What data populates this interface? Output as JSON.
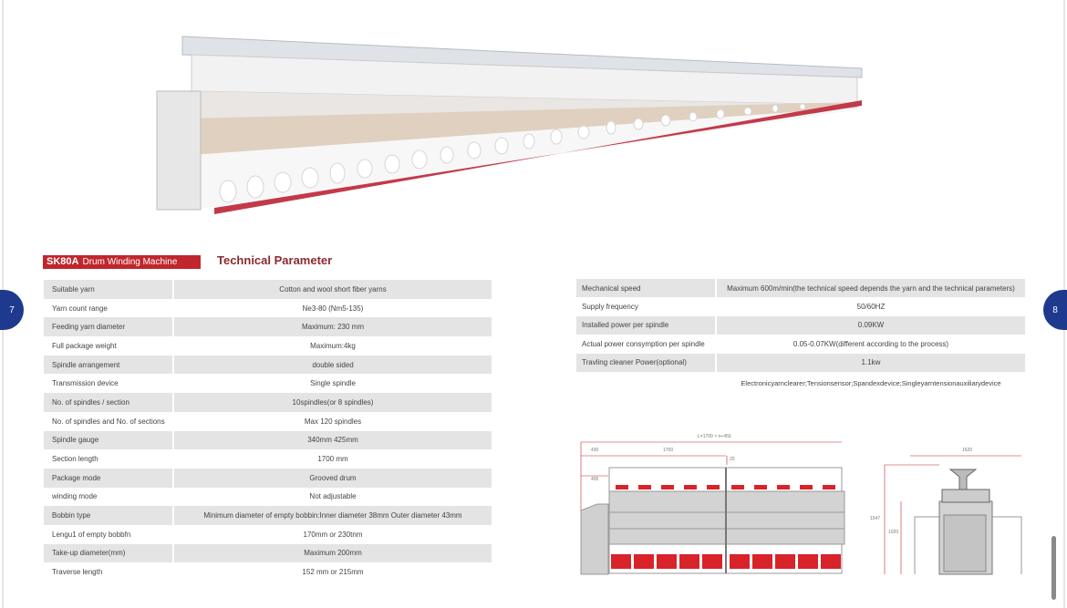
{
  "pages": {
    "left": "7",
    "right": "8"
  },
  "heading": {
    "model": "SK80A",
    "name": "Drum Winding Machine",
    "section": "Technical Parameter"
  },
  "left_table": [
    [
      "Suitable yarn",
      "Cotton and wool short fiber yarns"
    ],
    [
      "Yarn count range",
      "Ne3-80 (Nm5-135)"
    ],
    [
      "Feeding yarn diameter",
      "Maximum: 230 mm"
    ],
    [
      "Full package weight",
      "Maximum:4kg"
    ],
    [
      "Spindle arrangement",
      "double sided"
    ],
    [
      "Transmission device",
      "Single spindle"
    ],
    [
      "No. of spindles / section",
      "10spindles(or 8 spindles)"
    ],
    [
      "No. of spindles and No. of sections",
      "Max 120 spindles"
    ],
    [
      "Spindle gauge",
      "340mm 425mm"
    ],
    [
      "Section length",
      "1700 mm"
    ],
    [
      "Package mode",
      "Grooved drum"
    ],
    [
      "winding mode",
      "Not adjustable"
    ],
    [
      "Bobbin type",
      "Minimum diameter of empty bobbin:Inner diameter 38mm Outer diameter 43mm"
    ],
    [
      "Lengu1 of empty bobbfn",
      "170mm or 230tnm"
    ],
    [
      "Take-up diameter(mm)",
      "Maximum 200mm"
    ],
    [
      "Traverse length",
      "152 mm or 215mm"
    ]
  ],
  "right_table": [
    [
      "Mechanical speed",
      "Maximum 600m/min(the technical speed depends the yarn and the technical parameters)"
    ],
    [
      "Supply frequency",
      "50/60HZ"
    ],
    [
      "Installed power per spindle",
      "0.09KW"
    ],
    [
      "Actual power consymption per spindle",
      "0.05-0.07KW(different according to the process)"
    ],
    [
      "Travling cleaner Power(optional)",
      "1.1kw"
    ]
  ],
  "options": "Electronicyarnclearer;Tensionsensor;Spandexdevice;Singleyarntensionauxiliarydevice",
  "drawing": {
    "total": "L=1700 × n+450",
    "end": "430",
    "section": "1700",
    "gap": "20",
    "height_top": "400",
    "width": "1620",
    "height_total": "1547",
    "height_body": "1020"
  },
  "colors": {
    "accent": "#c0262c",
    "badge": "#1d3a8f"
  }
}
